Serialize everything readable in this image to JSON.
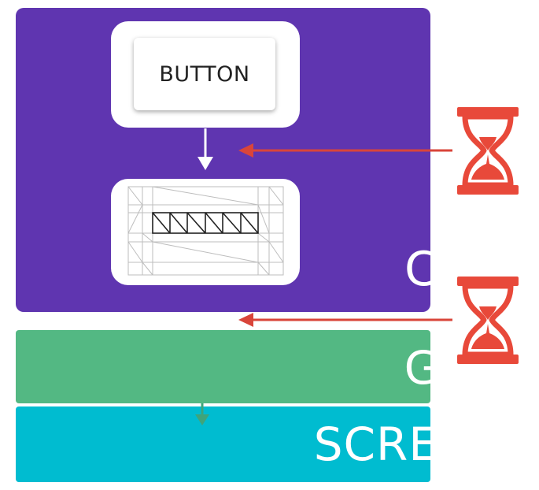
{
  "colors": {
    "cpu": "#5f35b0",
    "gpu": "#53b883",
    "screen": "#00bcd0",
    "hourglass": "#e8493a",
    "arrow": "#d9453a",
    "down_arrow_green": "#3fa47a"
  },
  "cpu": {
    "label": "CPU"
  },
  "gpu": {
    "label": "GPU"
  },
  "screen": {
    "label": "SCREEN"
  },
  "button_card": {
    "label": "BUTTON"
  },
  "icons": {
    "wait_top": "hourglass-icon",
    "wait_bottom": "hourglass-icon",
    "mesh": "wireframe-mesh-icon"
  }
}
